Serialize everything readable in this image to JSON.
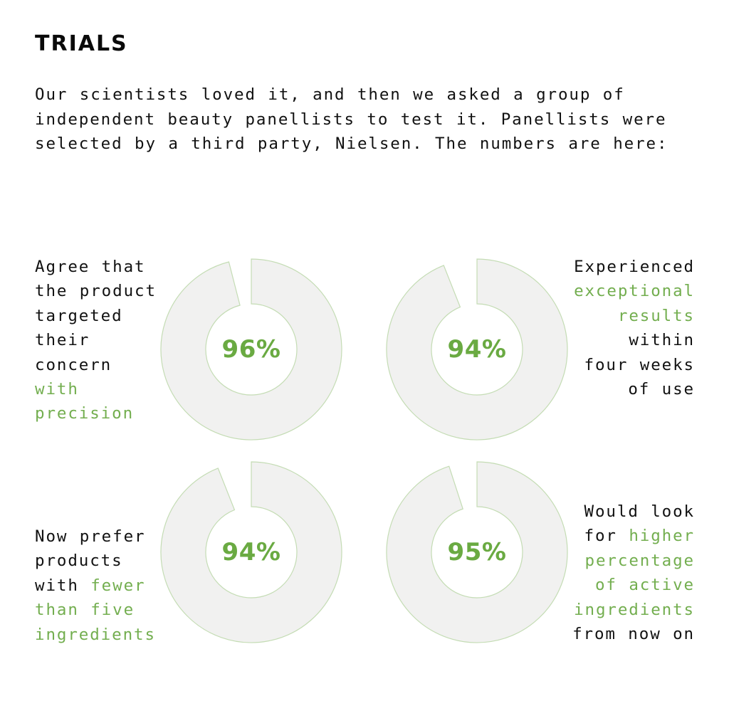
{
  "title": "TRIALS",
  "intro": [
    "Our scientists loved it, and then we asked a group of",
    "independent beauty panellists to test it. Panellists were",
    "selected by a third party, Nielsen. The numbers are here:"
  ],
  "colors": {
    "accent": "#73ae4f",
    "percent": "#6aaa42",
    "donut_fill": "#f1f1f0",
    "donut_stroke": "#c4dcb4"
  },
  "stats": [
    {
      "value": "96%",
      "fraction": 0.96,
      "lines": [
        [
          {
            "t": "Agree that",
            "accent": false
          }
        ],
        [
          {
            "t": "the product",
            "accent": false
          }
        ],
        [
          {
            "t": "targeted",
            "accent": false
          }
        ],
        [
          {
            "t": "their",
            "accent": false
          }
        ],
        [
          {
            "t": "concern",
            "accent": false
          }
        ],
        [
          {
            "t": "with",
            "accent": true
          }
        ],
        [
          {
            "t": "precision",
            "accent": true
          }
        ]
      ]
    },
    {
      "value": "94%",
      "fraction": 0.94,
      "lines": [
        [
          {
            "t": "Experienced",
            "accent": false
          }
        ],
        [
          {
            "t": "exceptional",
            "accent": true
          }
        ],
        [
          {
            "t": "results",
            "accent": true
          }
        ],
        [
          {
            "t": "within",
            "accent": false
          }
        ],
        [
          {
            "t": "four weeks",
            "accent": false
          }
        ],
        [
          {
            "t": "of use",
            "accent": false
          }
        ]
      ]
    },
    {
      "value": "94%",
      "fraction": 0.94,
      "lines": [
        [
          {
            "t": "Now prefer",
            "accent": false
          }
        ],
        [
          {
            "t": "products",
            "accent": false
          }
        ],
        [
          {
            "t": "with ",
            "accent": false
          },
          {
            "t": "fewer",
            "accent": true
          }
        ],
        [
          {
            "t": "than five",
            "accent": true
          }
        ],
        [
          {
            "t": "ingredients",
            "accent": true
          }
        ]
      ]
    },
    {
      "value": "95%",
      "fraction": 0.95,
      "lines": [
        [
          {
            "t": "Would look",
            "accent": false
          }
        ],
        [
          {
            "t": "for ",
            "accent": false
          },
          {
            "t": "higher",
            "accent": true
          }
        ],
        [
          {
            "t": "percentage",
            "accent": true
          }
        ],
        [
          {
            "t": "of active",
            "accent": true
          }
        ],
        [
          {
            "t": "ingredients",
            "accent": true
          }
        ],
        [
          {
            "t": "from now on",
            "accent": false
          }
        ]
      ]
    }
  ]
}
